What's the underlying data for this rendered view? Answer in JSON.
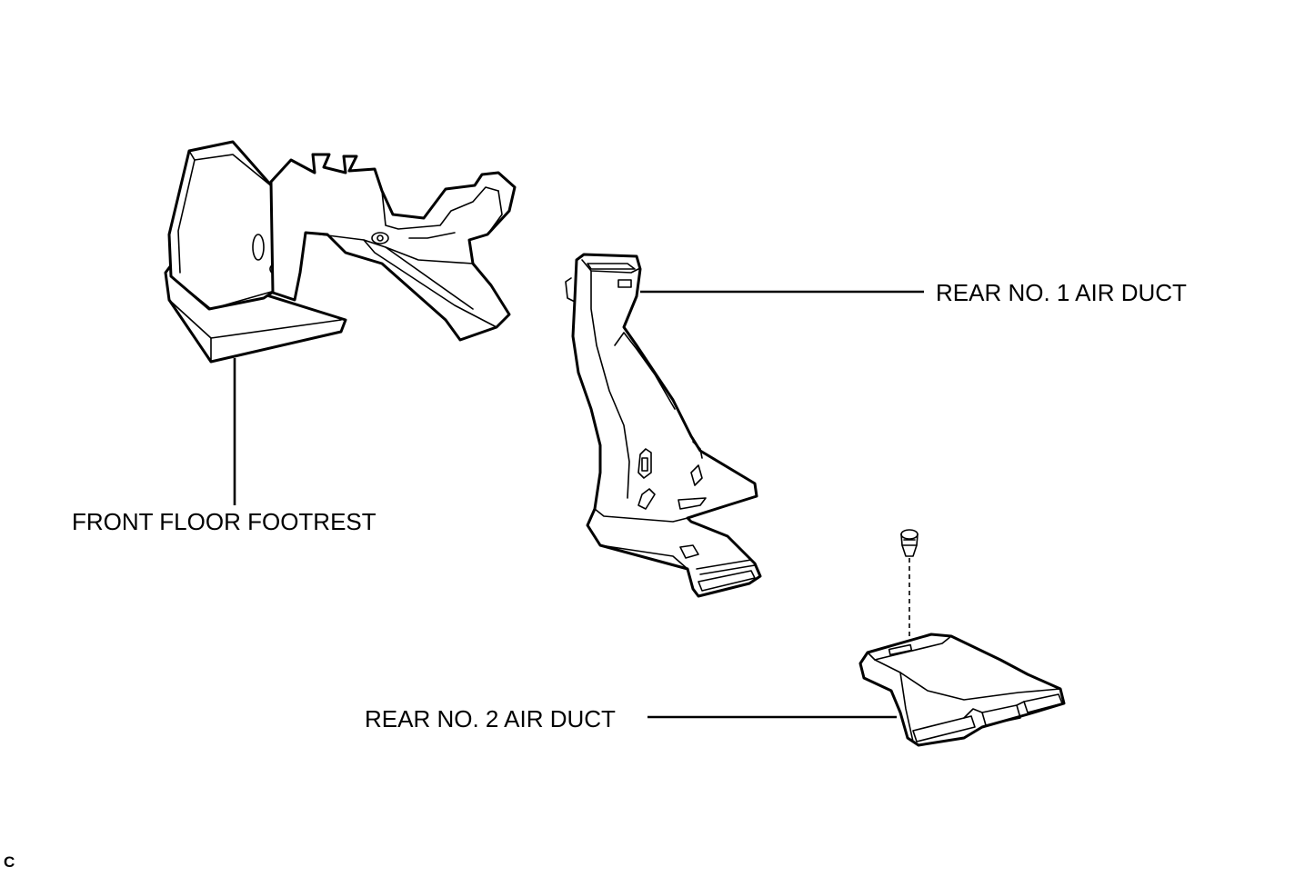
{
  "labels": {
    "front_floor_footrest": "FRONT FLOOR FOOTREST",
    "rear_no1_air_duct": "REAR NO. 1 AIR DUCT",
    "rear_no2_air_duct": "REAR NO. 2 AIR DUCT"
  },
  "figure_code": "C",
  "line_color": "#000000",
  "background_color": "#ffffff"
}
